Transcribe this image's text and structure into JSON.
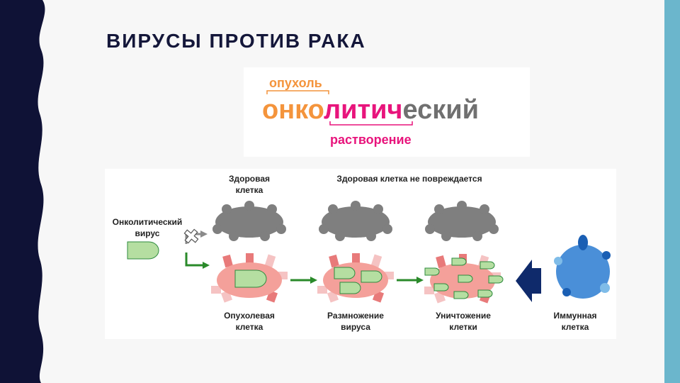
{
  "slide": {
    "title": "ВИРУСЫ ПРОТИВ РАКА"
  },
  "etymology": {
    "top_label": "опухоль",
    "word_part1": "онко",
    "word_part2": "литич",
    "word_part3": "еский",
    "bottom_label": "растворение",
    "colors": {
      "orange": "#f4943c",
      "magenta": "#e8147c",
      "gray": "#707070"
    }
  },
  "diagram": {
    "labels": {
      "healthy_cell": "Здоровая\nклетка",
      "healthy_not_damaged": "Здоровая клетка не повреждается",
      "oncolytic_virus": "Онколитический\nвирус",
      "tumor_cell": "Опухолевая\nклетка",
      "virus_reproduction": "Размножение\nвируса",
      "cell_destruction": "Уничтожение\nклетки",
      "immune_cell": "Иммунная\nклетка"
    },
    "colors": {
      "healthy": "#7f7f7f",
      "tumor": "#f4a09a",
      "tumor_spike": "#e87a7a",
      "virus": "#b5dea1",
      "virus_stroke": "#2e8b3e",
      "arrow_green": "#2a8a2a",
      "arrow_navy": "#0f2a6b",
      "immune": "#4a8fd8",
      "immune_dark": "#1a5fb4"
    }
  }
}
